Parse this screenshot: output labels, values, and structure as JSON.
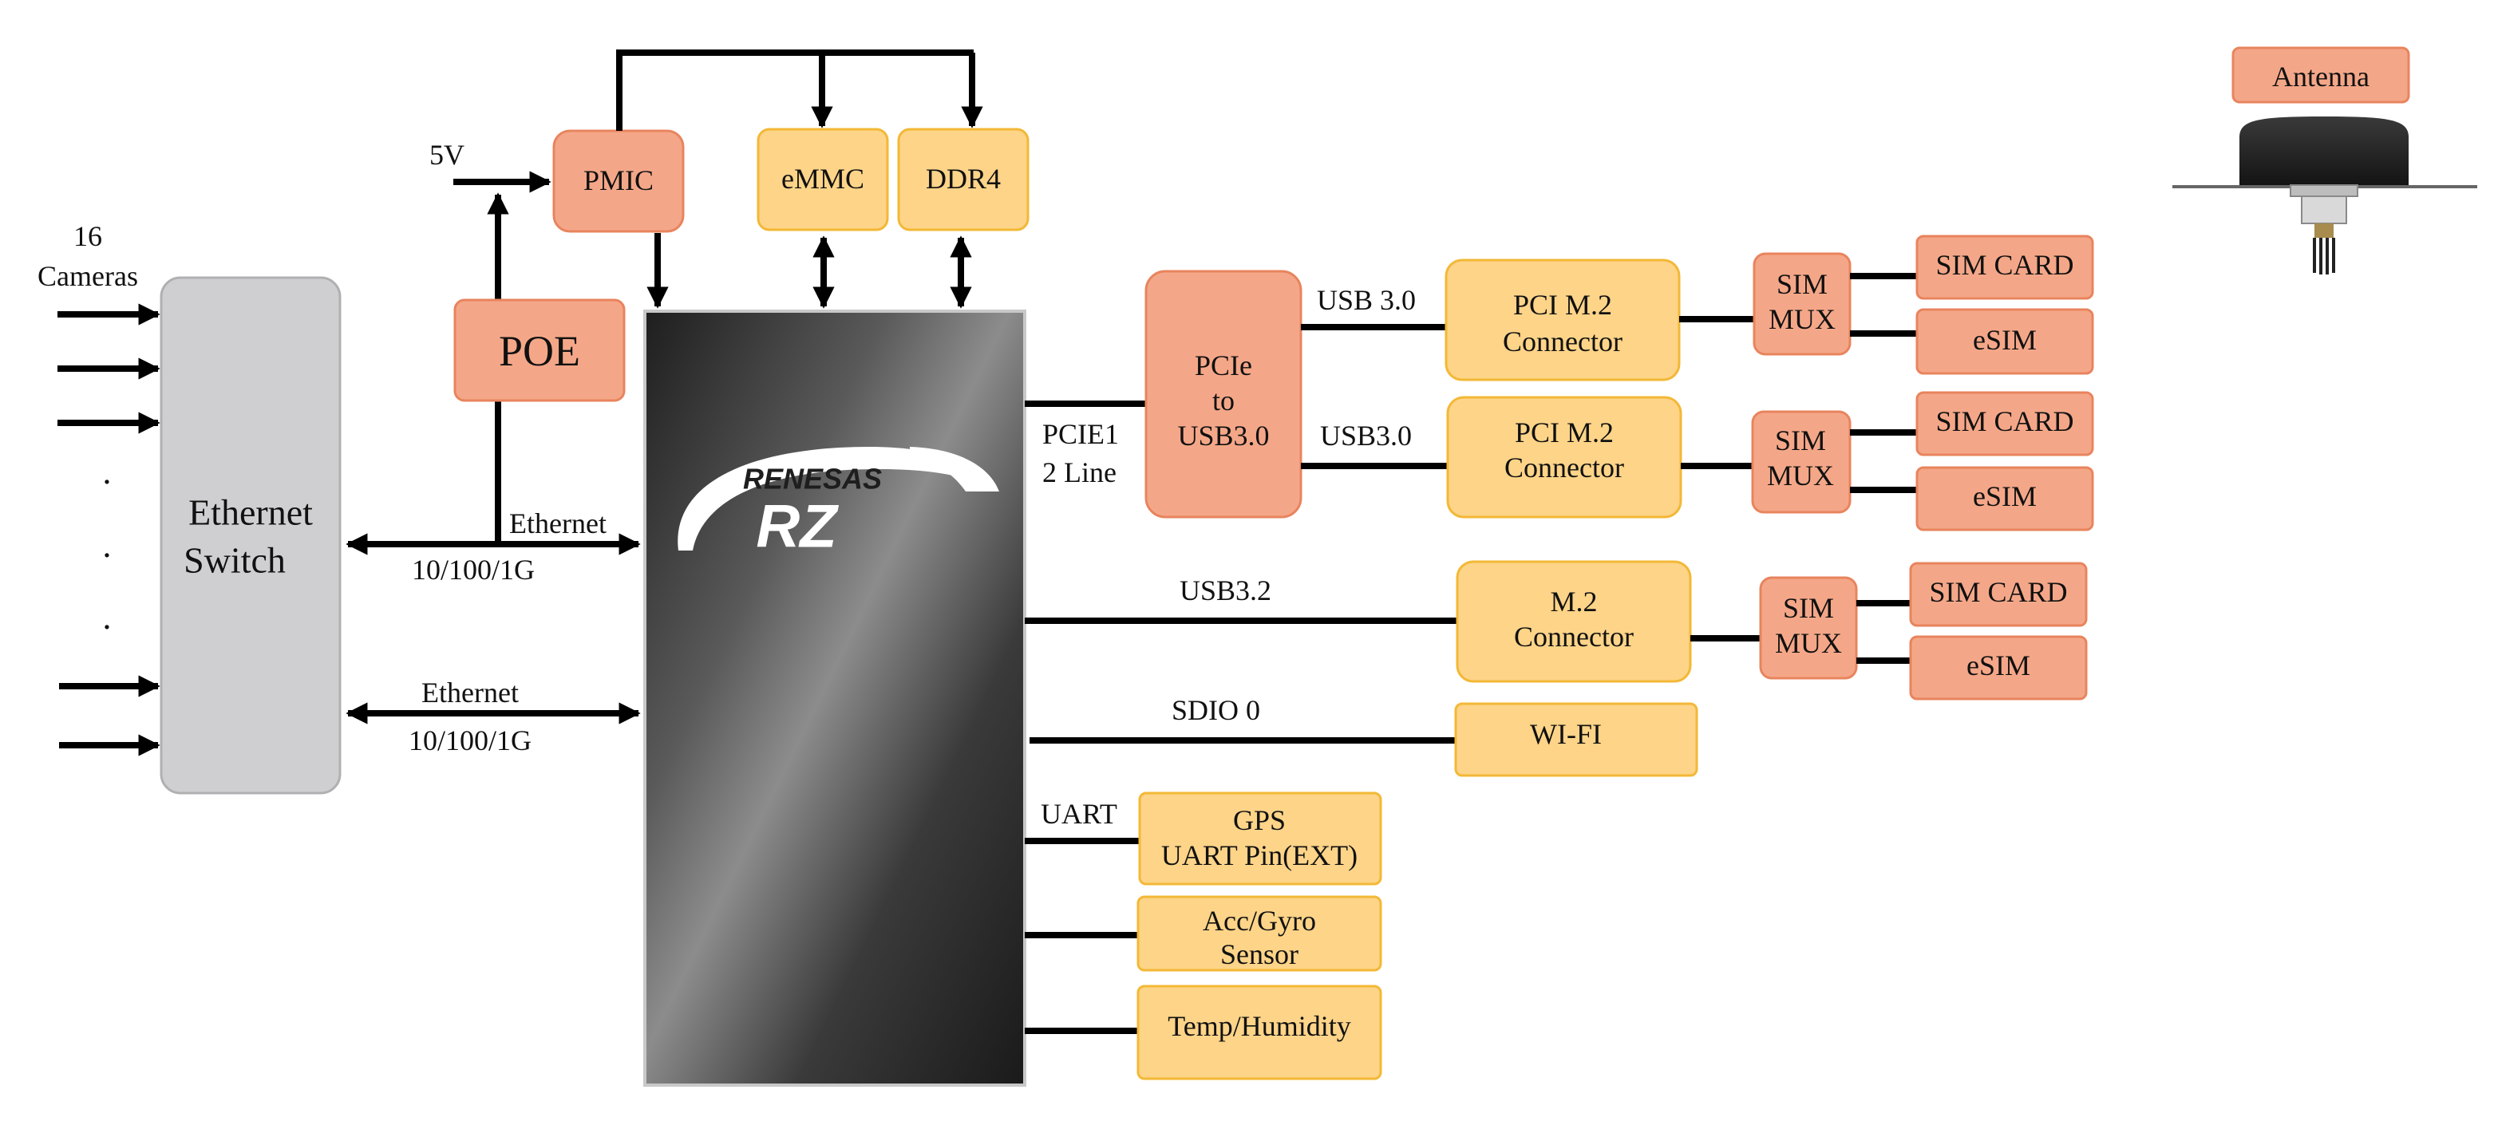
{
  "colors": {
    "orange_fill": "#f4a788",
    "orange_stroke": "#e8845e",
    "yellow_fill": "#fdd488",
    "yellow_stroke": "#f3b836",
    "switch_fill": "#cfcfd1",
    "switch_stroke": "#b0b0b2",
    "chip_dark": "#1e1e1e",
    "chip_light": "#8a8a8a"
  },
  "inputs": {
    "count": "16",
    "label": "Cameras",
    "dots": "·",
    "power": "5V"
  },
  "switch": {
    "line1": "Ethernet",
    "line2": "Switch"
  },
  "poe": {
    "label": "POE"
  },
  "pmic": {
    "label": "PMIC"
  },
  "emmc": {
    "label": "eMMC"
  },
  "ddr4": {
    "label": "DDR4"
  },
  "soc": {
    "vendor": "RENESAS",
    "family": "RZ"
  },
  "eth_links": [
    {
      "top": "Ethernet",
      "bottom": "10/100/1G"
    },
    {
      "top": "Ethernet",
      "bottom": "10/100/1G"
    }
  ],
  "pcie": {
    "bus1": "PCIE1",
    "bus2": "2 Line",
    "l1": "PCIe",
    "l2": "to",
    "l3": "USB3.0"
  },
  "usb_labels": {
    "a": "USB 3.0",
    "b": "USB3.0",
    "c": "USB3.2",
    "sdio": "SDIO 0",
    "uart": "UART"
  },
  "connectors": {
    "pci1": {
      "l1": "PCI M.2",
      "l2": "Connector"
    },
    "pci2": {
      "l1": "PCI M.2",
      "l2": "Connector"
    },
    "m2": {
      "l1": "M.2",
      "l2": "Connector"
    }
  },
  "sim": [
    {
      "l1": "SIM",
      "l2": "MUX",
      "card": "SIM CARD",
      "esim": "eSIM"
    },
    {
      "l1": "SIM",
      "l2": "MUX",
      "card": "SIM CARD",
      "esim": "eSIM"
    },
    {
      "l1": "SIM",
      "l2": "MUX",
      "card": "SIM CARD",
      "esim": "eSIM"
    }
  ],
  "wifi": {
    "label": "WI-FI"
  },
  "gps": {
    "l1": "GPS",
    "l2": "UART Pin(EXT)"
  },
  "acc": {
    "l1": "Acc/Gyro",
    "l2": "Sensor"
  },
  "temp": {
    "label": "Temp/Humidity"
  },
  "antenna": {
    "label": "Antenna"
  }
}
